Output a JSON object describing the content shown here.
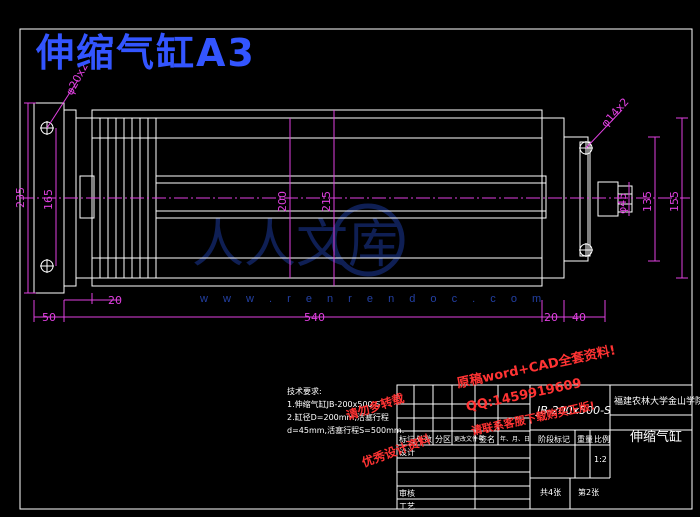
{
  "title": "伸缩气缸A3",
  "watermark": {
    "brand": "人人文库",
    "url": "w w w . r e n r e n d o c . c o m"
  },
  "dimensions": {
    "phi20x2": "φ20x2",
    "phi14x2": "φ14x2",
    "d235": "235",
    "d165": "165",
    "d200": "200",
    "d215": "215",
    "d135": "135",
    "d155": "155",
    "phi45": "φ45",
    "d20a": "20",
    "d50": "50",
    "d540": "540",
    "d20b": "20",
    "d40": "40"
  },
  "notes": {
    "heading": "技术要求:",
    "line1": "1.伸缩气缸JB-200x500-S",
    "line2": "2.缸径D=200mm,活塞行程",
    "line3": "d=45mm,活塞行程S=500mm."
  },
  "title_block": {
    "part_no": "JB-200x500-S",
    "school": "福建农林大学金山学院",
    "part_name": "伸缩气缸",
    "stage_label": "阶段标记",
    "weight_label": "重量",
    "scale_label": "比例",
    "scale": "1:2",
    "row_labels": [
      "标记",
      "处数",
      "分区",
      "更改文件号",
      "签名",
      "年、月、日"
    ],
    "design": "设计",
    "review": "审核",
    "process": "工艺",
    "sheet_total": "共4张",
    "sheet_no": "第2张"
  },
  "promo": {
    "line1": "原稿word+CAD全套资料!",
    "line2": "QQ:1459919609",
    "line3": "请勿多转载",
    "line4": "请联系客服下载购买正版!",
    "line5": "优秀设计资料"
  },
  "colors": {
    "outline": "#ffffff",
    "dimension": "#e040e0",
    "centerline": "#e040e0",
    "title": "#3355ff",
    "watermark": "#2a4cc0",
    "promo": "#ff3333"
  }
}
